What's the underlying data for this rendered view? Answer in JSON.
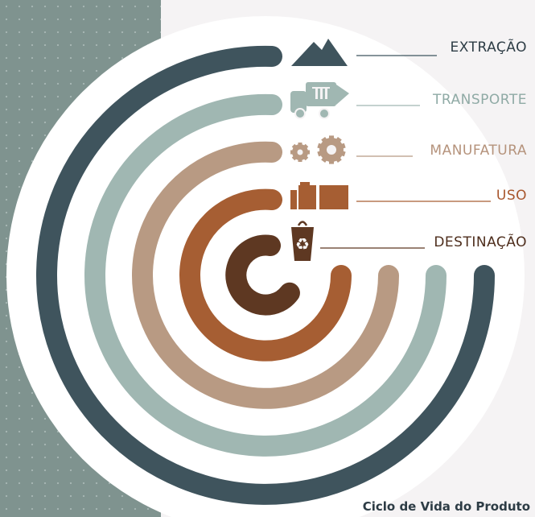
{
  "colors": {
    "background": "#f5f3f4",
    "panel": "#7f938f",
    "panel_dots": "#a9b8b5",
    "white_arc": "#ffffff"
  },
  "stages": [
    {
      "label": "EXTRAÇÃO",
      "icon": "mountain-icon",
      "color": "#3f545d",
      "text_color": "#2d3c45"
    },
    {
      "label": "TRANSPORTE",
      "icon": "truck-icon",
      "color": "#a0b7b2",
      "text_color": "#8faaa5"
    },
    {
      "label": "MANUFATURA",
      "icon": "gears-icon",
      "color": "#b89a83",
      "text_color": "#b5937c"
    },
    {
      "label": "USO",
      "icon": "packaging-icon",
      "color": "#a65e33",
      "text_color": "#a8562d"
    },
    {
      "label": "DESTINAÇÃO",
      "icon": "recycle-bin-icon",
      "color": "#5e3822",
      "text_color": "#4e2e1d"
    }
  ],
  "caption": "Ciclo de Vida do Produto"
}
